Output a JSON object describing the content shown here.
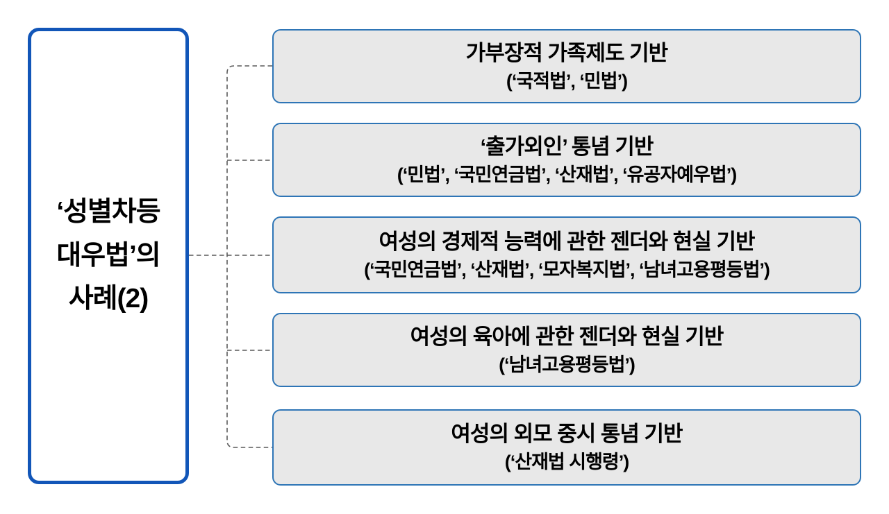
{
  "diagram": {
    "root": {
      "label": "‘성별차등\n대우법’의\n사례(2)"
    },
    "boxes": [
      {
        "title": "가부장적 가족제도 기반",
        "subtitle": "(‘국적법’, ‘민법’)"
      },
      {
        "title": "‘출가외인’ 통념 기반",
        "subtitle": "(‘민법’, ‘국민연금법’, ‘산재법’, ‘유공자예우법’)"
      },
      {
        "title": "여성의 경제적 능력에 관한 젠더와 현실 기반",
        "subtitle": "(‘국민연금법’, ‘산재법’, ‘모자복지법’, ‘남녀고용평등법’)"
      },
      {
        "title": "여성의 육아에 관한 젠더와 현실 기반",
        "subtitle": "(‘남녀고용평등법’)"
      },
      {
        "title": "여성의 외모 중시 통념 기반",
        "subtitle": "(‘산재법 시행령’)"
      }
    ],
    "colors": {
      "background": "#ffffff",
      "root_border": "#1256b8",
      "leaf_border": "#2e75b6",
      "leaf_background": "#e8e8e8",
      "connector": "#595959",
      "text": "#000000"
    }
  }
}
